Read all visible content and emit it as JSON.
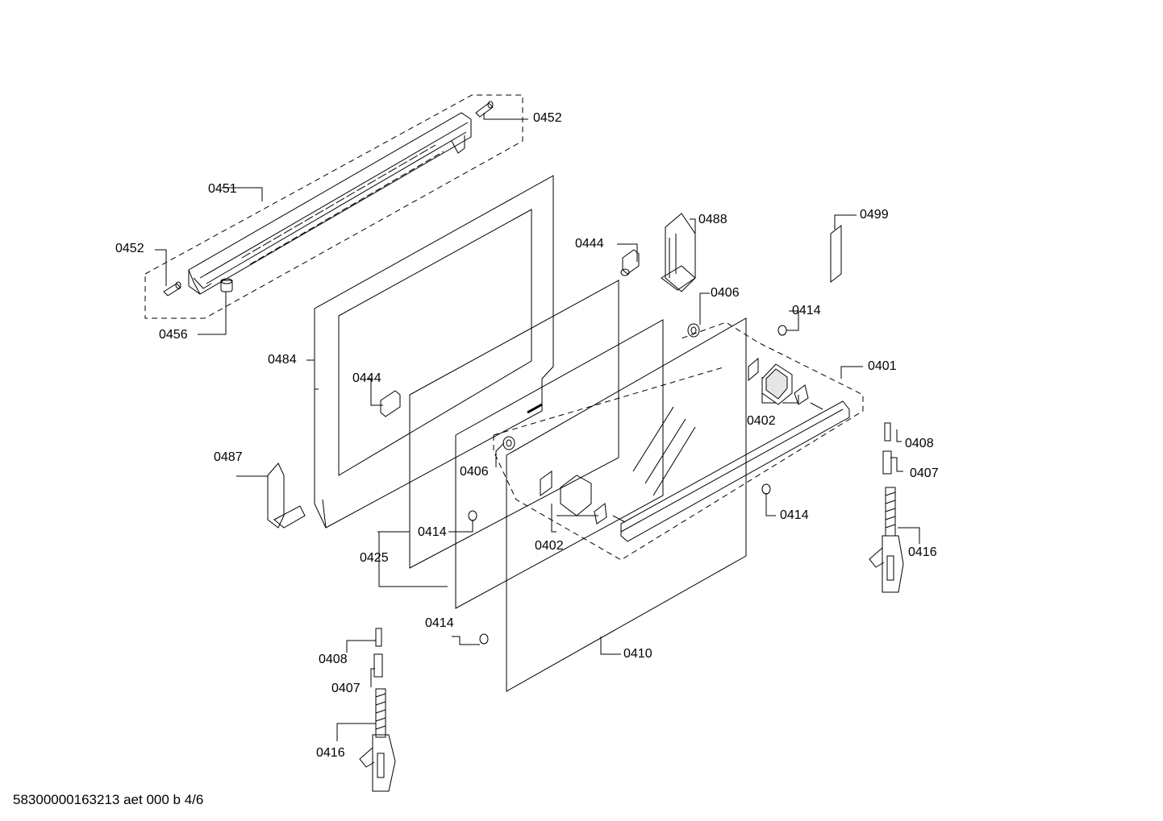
{
  "labels": {
    "p0452_top": "0452",
    "p0451": "0451",
    "p0452_left": "0452",
    "p0456": "0456",
    "p0484": "0484",
    "p0444_top": "0444",
    "p0444_mid": "0444",
    "p0488": "0488",
    "p0499": "0499",
    "p0406_top": "0406",
    "p0414_top": "0414",
    "p0401": "0401",
    "p0402_right": "0402",
    "p0408_right": "0408",
    "p0407_right": "0407",
    "p0487": "0487",
    "p0406_left": "0406",
    "p0414_mid": "0414",
    "p0402_left": "0402",
    "p0414_right": "0414",
    "p0425": "0425",
    "p0416_right": "0416",
    "p0414_bottom": "0414",
    "p0410": "0410",
    "p0408_left": "0408",
    "p0407_left": "0407",
    "p0416_left": "0416"
  },
  "footer": {
    "document_id": "58300000163213 aet 000 b 4/6"
  }
}
